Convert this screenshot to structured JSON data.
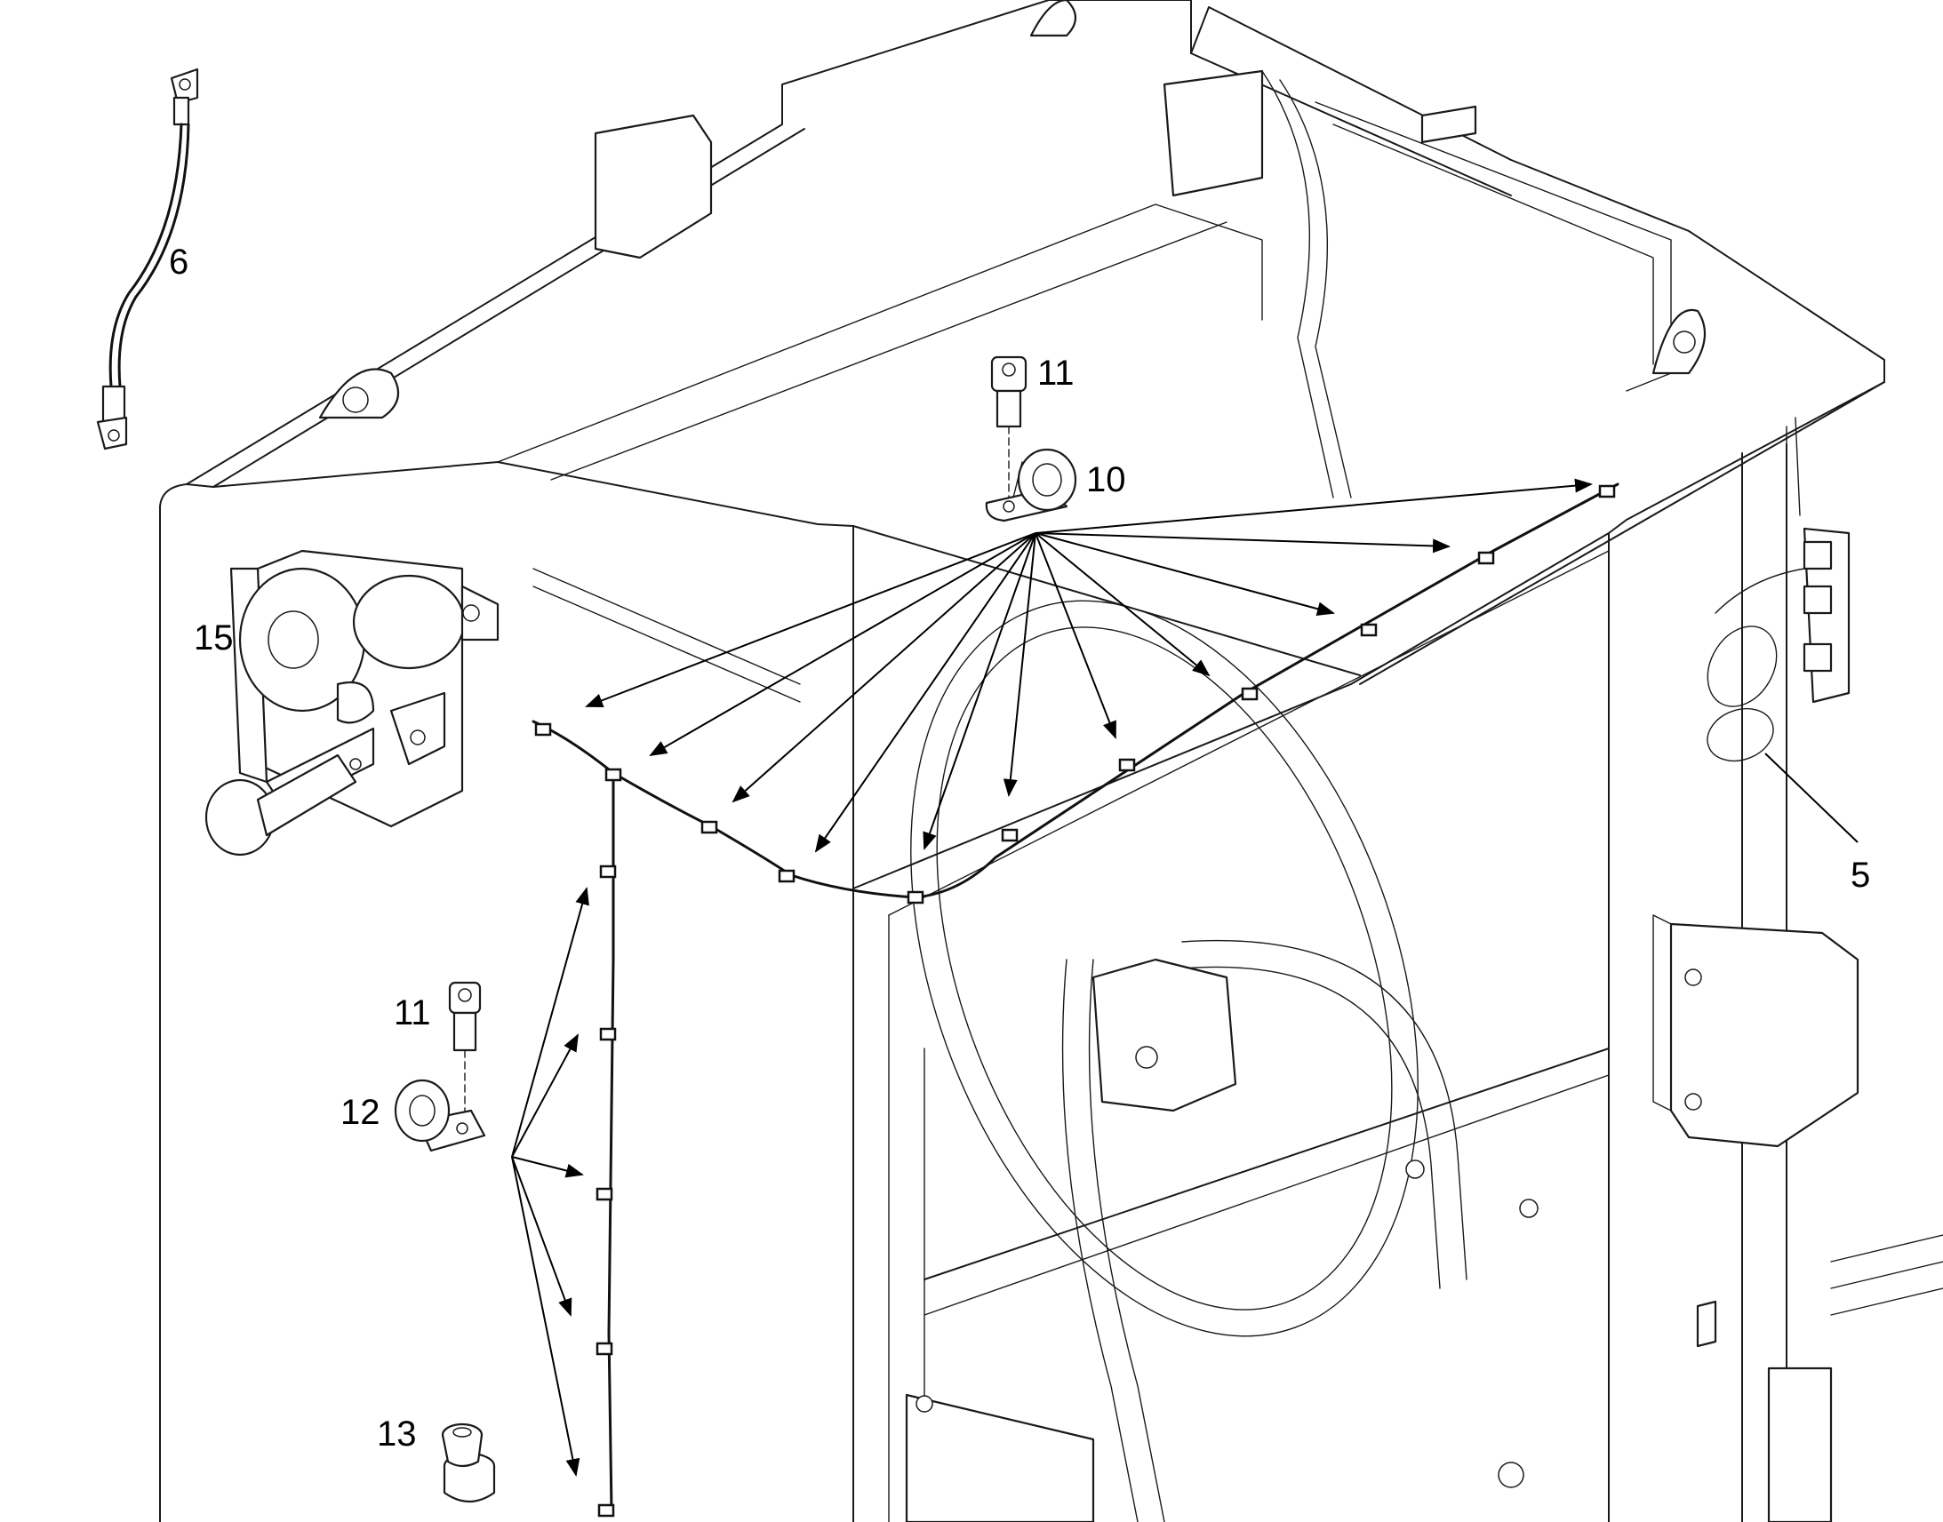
{
  "diagram": {
    "callouts": [
      {
        "id": "c6",
        "label": "6"
      },
      {
        "id": "c11a",
        "label": "11"
      },
      {
        "id": "c10",
        "label": "10"
      },
      {
        "id": "c15",
        "label": "15"
      },
      {
        "id": "c5",
        "label": "5"
      },
      {
        "id": "c11b",
        "label": "11"
      },
      {
        "id": "c12",
        "label": "12"
      },
      {
        "id": "c13",
        "label": "13"
      }
    ]
  }
}
